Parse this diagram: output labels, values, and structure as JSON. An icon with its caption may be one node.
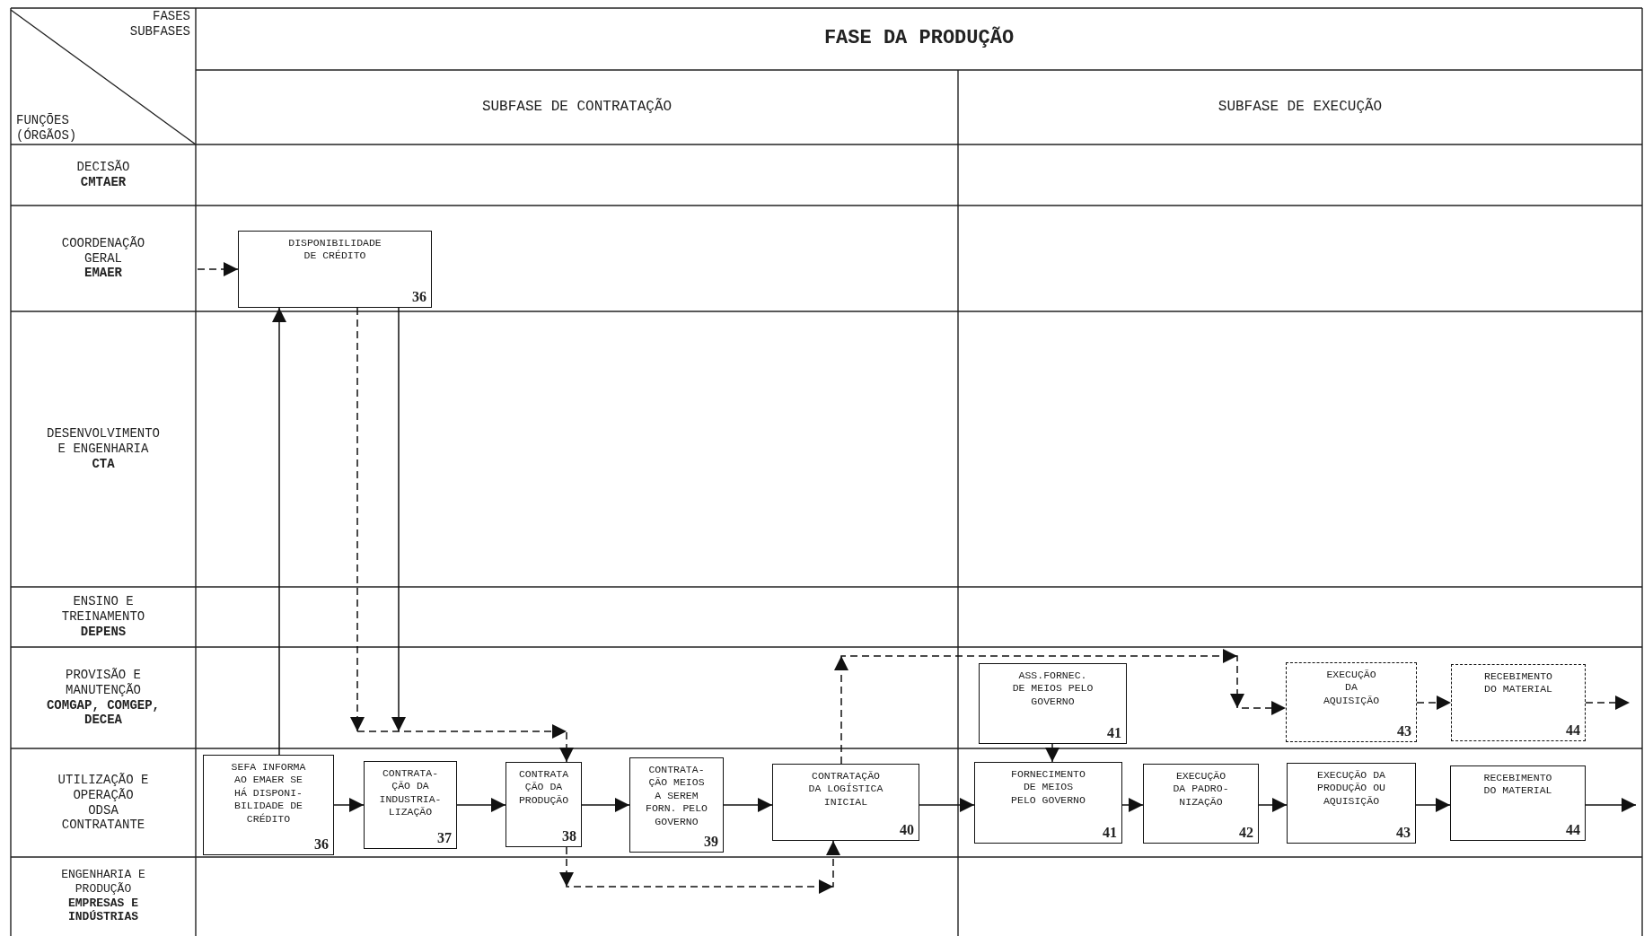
{
  "diagram": {
    "nodes": [
      {
        "text": [
          "DISPONIBILIDADE DE CRÉDITO",
          "36"
        ]
      },
      {
        "text": [
          "ASS.FORNEC. DE MEIOS PELO GOVERNO",
          "41"
        ]
      },
      {
        "text": [
          "EXECUÇÃO DA AQUISIÇÃO",
          "43"
        ]
      },
      {
        "text": [
          "RECEBIMENTO DO MATERIAL",
          "44"
        ]
      },
      {
        "text": [
          "SEFA INFORMA AO EMAER SE HÁ DISPONI- BILIDADE DE CRÉDITO",
          "36"
        ]
      },
      {
        "text": [
          "CONTRATA- ÇÃO DA INDUSTRIA- LIZAÇÃO",
          "37"
        ]
      },
      {
        "text": [
          "CONTRATA ÇÃO DA PRODUÇÃO",
          "38"
        ]
      },
      {
        "text": [
          "CONTRATA- ÇÃO MEIOS A SEREM FORN. PELO GOVERNO",
          "39"
        ]
      },
      {
        "text": [
          "CONTRATAÇÃO DA LOGÍSTICA INICIAL",
          "40"
        ]
      },
      {
        "text": [
          "FORNECIMENTO DE MEIOS PELO GOVERNO",
          "41"
        ]
      },
      {
        "text": [
          "EXECUÇÃO DA PADRO- NIZAÇÃO",
          "42"
        ]
      },
      {
        "text": [
          "EXECUÇÃO DA PRODUÇÃO OU AQUISIÇÃO",
          "43"
        ]
      },
      {
        "text": [
          "RECEBIMENTO DO MATERIAL",
          "44"
        ]
      }
    ],
    "edges": [
      {
        "from": null,
        "to": 0,
        "arrow": "to",
        "style": "dashed"
      },
      {
        "from": 4,
        "to": 0,
        "arrow": "to"
      },
      {
        "from": 0,
        "to": 6,
        "arrow": "to",
        "style": "dashed"
      },
      {
        "from": 0,
        "to": 6,
        "arrow": "to"
      },
      {
        "from": 6,
        "to": 8,
        "arrow": "to",
        "style": "dashed"
      },
      {
        "from": 8,
        "to": 2,
        "arrow": "to",
        "style": "dashed"
      },
      {
        "from": 2,
        "to": 3,
        "arrow": "to",
        "style": "dashed"
      },
      {
        "from": 3,
        "to": null,
        "arrow": "to",
        "style": "dashed"
      },
      {
        "from": 1,
        "to": 9,
        "arrow": "to"
      },
      {
        "from": 4,
        "to": 5,
        "arrow": "to"
      },
      {
        "from": 5,
        "to": 6,
        "arrow": "to"
      },
      {
        "from": 6,
        "to": 7,
        "arrow": "to"
      },
      {
        "from": 7,
        "to": 8,
        "arrow": "to"
      },
      {
        "from": 8,
        "to": 9,
        "arrow": "to"
      },
      {
        "from": 9,
        "to": 10,
        "arrow": "to"
      },
      {
        "from": 10,
        "to": 11,
        "arrow": "to"
      },
      {
        "from": 11,
        "to": 12,
        "arrow": "to"
      },
      {
        "from": 12,
        "to": null,
        "arrow": "to"
      }
    ],
    "labels": [
      "FASES SUBFASES",
      "FUNÇÕES (ÓRGÃOS)",
      "FASE DA PRODUÇÃO",
      "SUBFASE DE CONTRATAÇÃO",
      "SUBFASE DE EXECUÇÃO",
      "DECISÃO **CMTAER**",
      "COORDENAÇÃO GERAL **EMAER**",
      "DESENVOLVIMENTO E ENGENHARIA **CTA**",
      "ENSINO E TREINAMENTO **DEPENS**",
      "PROVISÃO E MANUTENÇÃO **COMGAP, COMGEP, DECEA**",
      "UTILIZAÇÃO E OPERAÇÃO ODSA CONTRATANTE",
      "ENGENHARIA E PRODUÇÃO **EMPRESAS E INDÚSTRIAS**"
    ]
  }
}
